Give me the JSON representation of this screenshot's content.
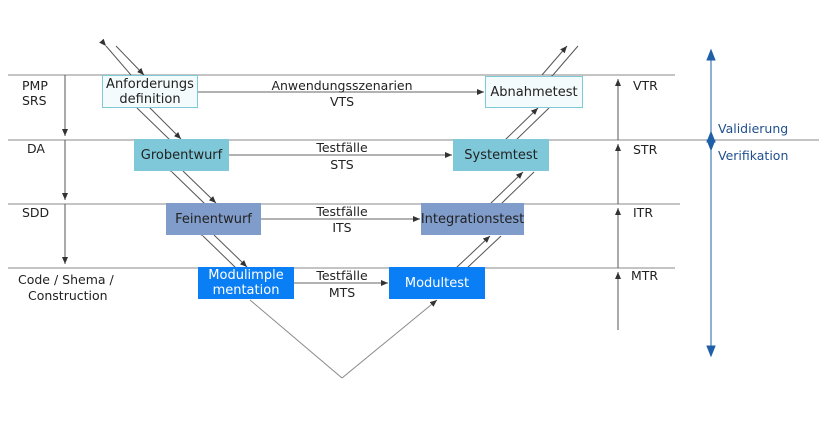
{
  "left_labels": {
    "row1": [
      "PMP",
      "SRS"
    ],
    "row2": "DA",
    "row3": "SDD",
    "row4": [
      "Code / Shema /",
      "Construction"
    ]
  },
  "left_boxes": {
    "anforderungs": [
      "Anforderungs",
      "definition"
    ],
    "grobentwurf": "Grobentwurf",
    "feinentwurf": "Feinentwurf",
    "modulimplementation": [
      "Modulimple",
      "mentation"
    ]
  },
  "right_boxes": {
    "abnahmetest": "Abnahmetest",
    "systemtest": "Systemtest",
    "integrationstest": "Integrationstest",
    "modultest": "Modultest"
  },
  "connectors": {
    "row1": [
      "Anwendungsszenarien",
      "VTS"
    ],
    "row2": [
      "Testfälle",
      "STS"
    ],
    "row3": [
      "Testfälle",
      "ITS"
    ],
    "row4": [
      "Testfälle",
      "MTS"
    ]
  },
  "right_labels": {
    "row1": "VTR",
    "row2": "STR",
    "row3": "ITR",
    "row4": "MTR"
  },
  "far_right": {
    "validierung": "Validierung",
    "verifikation": "Verifikation"
  },
  "colors": {
    "level1_fill": "#f4fbfd",
    "level2_fill": "#7ec8da",
    "level3_fill": "#7f9ccb",
    "level4_fill": "#0a7ef4",
    "arrow_blue": "#1f5fa8"
  }
}
